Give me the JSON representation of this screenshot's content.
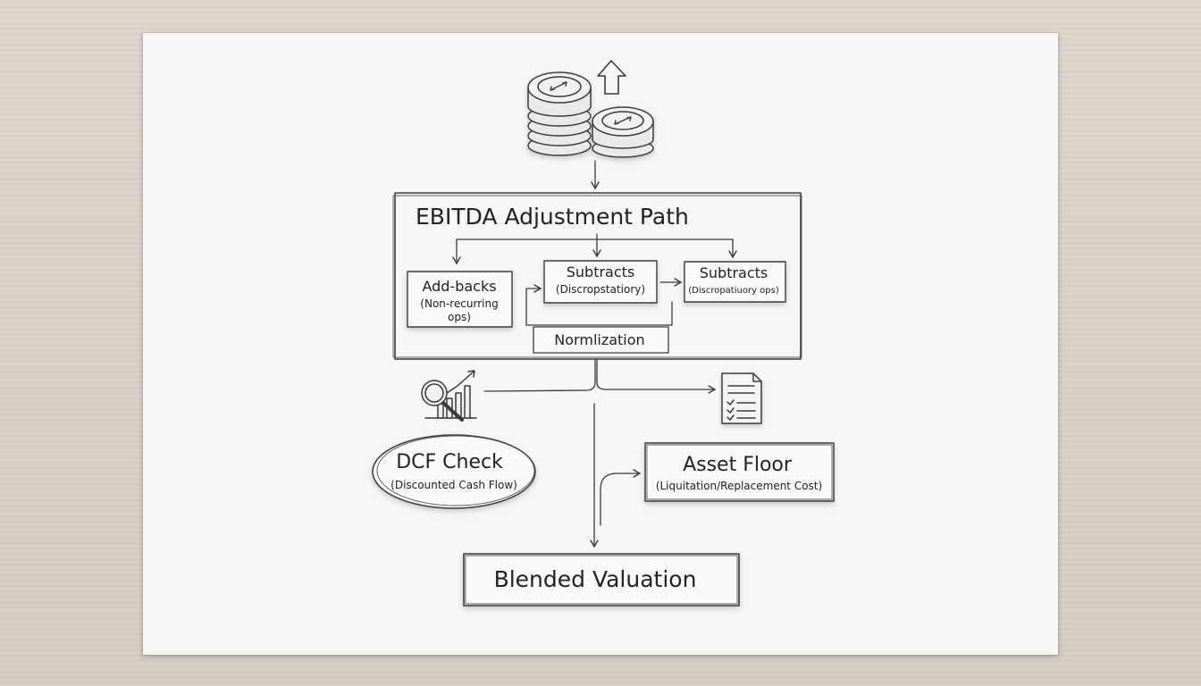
{
  "title": "EBITDA Adjustment Path",
  "nodes": {
    "addbacks": {
      "label": "Add-backs",
      "sub_line1": "(Non-recurring",
      "sub_line2": "ops)"
    },
    "subtracts_1": {
      "label": "Subtracts",
      "sub": "(Discropstatiory)"
    },
    "subtracts_2": {
      "label": "Subtracts",
      "sub": "(Discropatiuory ops)"
    },
    "normalization": {
      "label": "Normlization"
    },
    "dcf": {
      "label": "DCF Check",
      "sub": "(Discounted Cash Flow)"
    },
    "asset_floor": {
      "label": "Asset Floor",
      "sub": "(Liquitation/Replacement Cost)"
    },
    "blended": {
      "label": "Blended Valuation"
    }
  },
  "icons": [
    "coins-stack-icon",
    "up-arrow-icon",
    "magnifier-chart-icon",
    "checklist-document-icon"
  ]
}
